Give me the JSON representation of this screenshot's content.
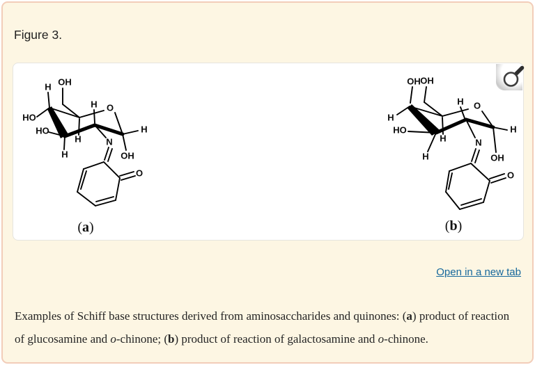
{
  "page": {
    "figure_title": "Figure 3.",
    "open_link": "Open in a new tab"
  },
  "molecules": [
    {
      "tag": [
        "(",
        "a",
        ")"
      ],
      "atoms": [
        "H",
        "OH",
        "HO",
        "HO",
        "H",
        "H",
        "H",
        "O",
        "H",
        "N",
        "OH",
        "O"
      ]
    },
    {
      "tag": [
        "(",
        "b",
        ")"
      ],
      "atoms": [
        "OH",
        "OH",
        "H",
        "HO",
        "H",
        "H",
        "H",
        "O",
        "H",
        "N",
        "OH",
        "O"
      ]
    }
  ],
  "caption": {
    "segments": [
      {
        "t": "Examples of Schiff base structures derived from aminosaccharides and quinones: ("
      },
      {
        "t": "a",
        "b": true
      },
      {
        "t": ") product of reaction of glucosamine and "
      },
      {
        "t": "o",
        "i": true
      },
      {
        "t": "-chinone; ("
      },
      {
        "t": "b",
        "b": true
      },
      {
        "t": ") product of reaction of galactosamine and "
      },
      {
        "t": "o",
        "i": true
      },
      {
        "t": "-chinone."
      }
    ]
  },
  "colors": {
    "card_bg": "#fdf6e3",
    "card_border": "#f2cdb9",
    "panel_bg": "#ffffff",
    "panel_border": "#e5e4df",
    "link": "#17689c",
    "text": "#1f1f1f",
    "bond": "#000000"
  }
}
